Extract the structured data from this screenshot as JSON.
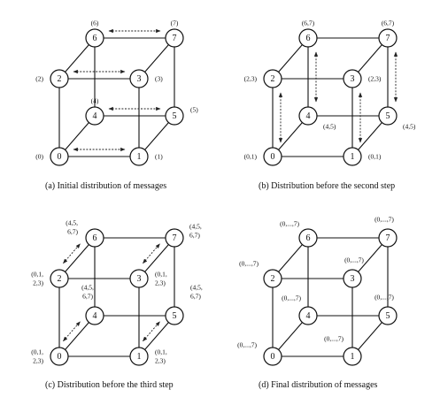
{
  "panels": [
    {
      "caption": "(a)  Initial distribution of messages",
      "labels": [
        {
          "node": 0,
          "lines": [
            "(0)"
          ]
        },
        {
          "node": 1,
          "lines": [
            "(1)"
          ]
        },
        {
          "node": 2,
          "lines": [
            "(2)"
          ]
        },
        {
          "node": 3,
          "lines": [
            "(3)"
          ]
        },
        {
          "node": 4,
          "lines": [
            "(4)"
          ]
        },
        {
          "node": 5,
          "lines": [
            "(5)"
          ]
        },
        {
          "node": 6,
          "lines": [
            "(6)"
          ]
        },
        {
          "node": 7,
          "lines": [
            "(7)"
          ]
        }
      ],
      "messages": [
        [
          0,
          1
        ],
        [
          2,
          3
        ],
        [
          4,
          5
        ],
        [
          6,
          7
        ]
      ]
    },
    {
      "caption": "(b)  Distribution before the second step",
      "labels": [
        {
          "node": 0,
          "lines": [
            "(0,1)"
          ]
        },
        {
          "node": 1,
          "lines": [
            "(0,1)"
          ]
        },
        {
          "node": 2,
          "lines": [
            "(2,3)"
          ]
        },
        {
          "node": 3,
          "lines": [
            "(2,3)"
          ]
        },
        {
          "node": 4,
          "lines": [
            "(4,5)"
          ]
        },
        {
          "node": 5,
          "lines": [
            "(4,5)"
          ]
        },
        {
          "node": 6,
          "lines": [
            "(6,7)"
          ]
        },
        {
          "node": 7,
          "lines": [
            "(6,7)"
          ]
        }
      ],
      "messages": [
        [
          0,
          2
        ],
        [
          1,
          3
        ],
        [
          4,
          6
        ],
        [
          5,
          7
        ]
      ]
    },
    {
      "caption": "(c)  Distribution before the third step",
      "labels": [
        {
          "node": 0,
          "lines": [
            "(0,1,",
            "2,3)"
          ]
        },
        {
          "node": 1,
          "lines": [
            "(0,1,",
            "2,3)"
          ]
        },
        {
          "node": 2,
          "lines": [
            "(0,1,",
            "2,3)"
          ]
        },
        {
          "node": 3,
          "lines": [
            "(0,1,",
            "2,3)"
          ]
        },
        {
          "node": 4,
          "lines": [
            "(4,5,",
            "6,7)"
          ]
        },
        {
          "node": 5,
          "lines": [
            "(4,5,",
            "6,7)"
          ]
        },
        {
          "node": 6,
          "lines": [
            "(4,5,",
            "6,7)"
          ]
        },
        {
          "node": 7,
          "lines": [
            "(4,5,",
            "6,7)"
          ]
        }
      ],
      "messages": [
        [
          0,
          4
        ],
        [
          1,
          5
        ],
        [
          2,
          6
        ],
        [
          3,
          7
        ]
      ]
    },
    {
      "caption": "(d)  Final distribution of messages",
      "labels": [
        {
          "node": 0,
          "lines": [
            "(0,...,7)"
          ]
        },
        {
          "node": 1,
          "lines": [
            "(0,...,7)"
          ]
        },
        {
          "node": 2,
          "lines": [
            "(0,...,7)"
          ]
        },
        {
          "node": 3,
          "lines": [
            "(0,...,7)"
          ]
        },
        {
          "node": 4,
          "lines": [
            "(0,...,7)"
          ]
        },
        {
          "node": 5,
          "lines": [
            "(0,...,7)"
          ]
        },
        {
          "node": 6,
          "lines": [
            "(0,...,7)"
          ]
        },
        {
          "node": 7,
          "lines": [
            "(0,...,7)"
          ]
        }
      ],
      "messages": []
    }
  ]
}
